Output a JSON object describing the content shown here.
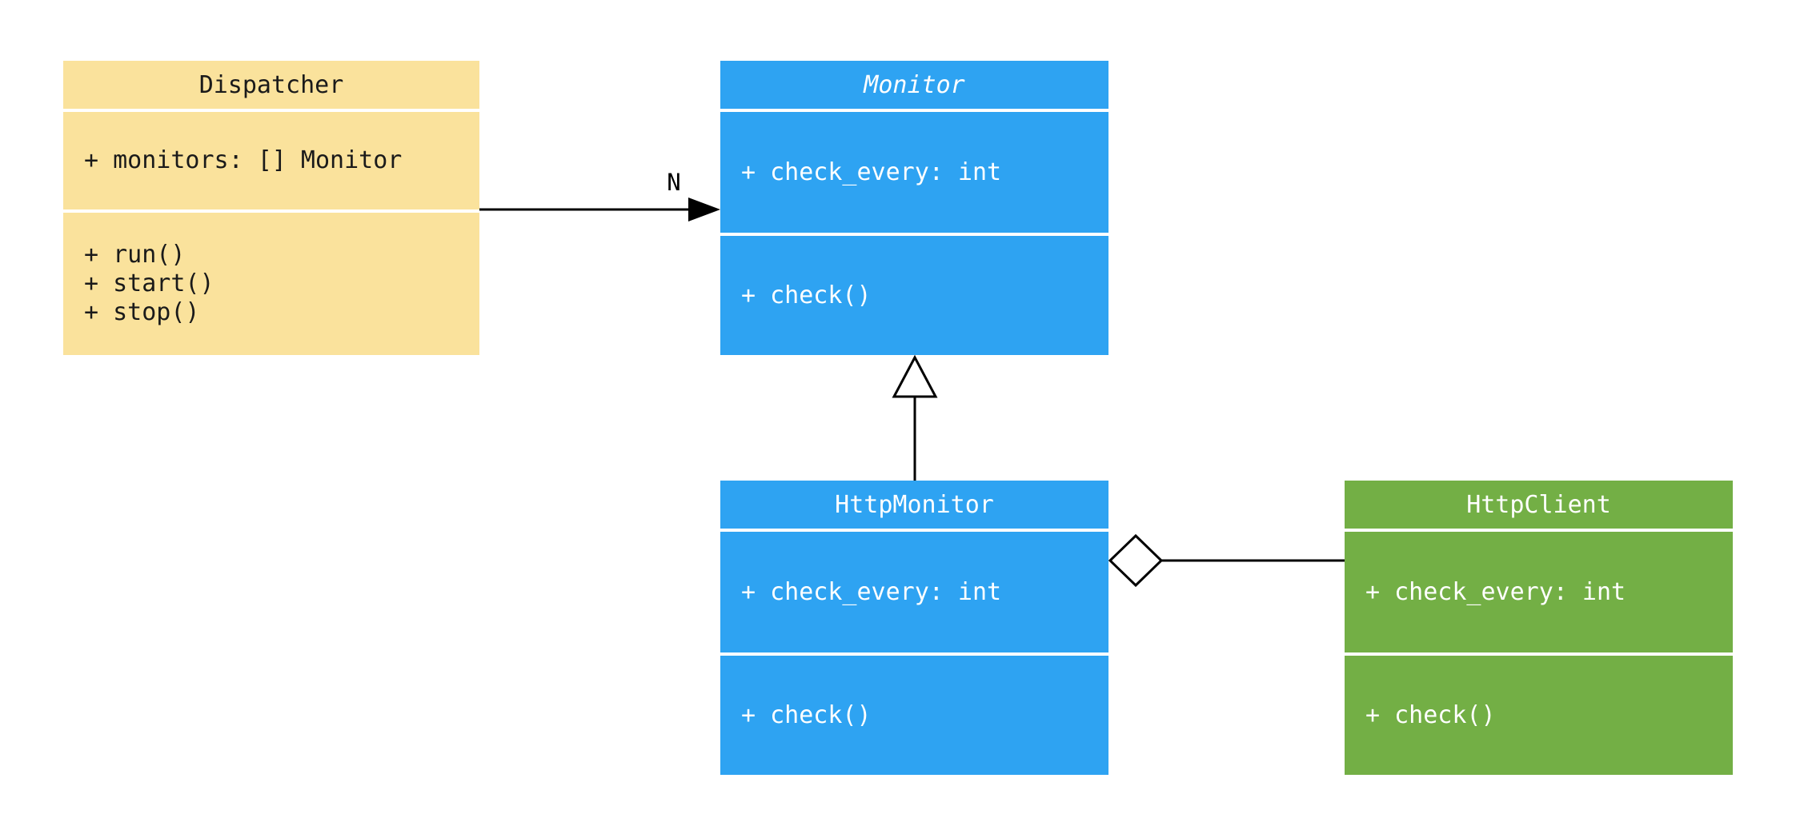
{
  "diagram": {
    "type": "uml-class-diagram",
    "classes": {
      "dispatcher": {
        "name": "Dispatcher",
        "attributes": [
          "+ monitors: [] Monitor"
        ],
        "methods": [
          "+ run()",
          "+ start()",
          "+ stop()"
        ],
        "fill": "#FAE29C",
        "text_color": "#1a1a1a"
      },
      "monitor": {
        "name": "Monitor",
        "abstract": true,
        "attributes": [
          "+ check_every: int"
        ],
        "methods": [
          "+ check()"
        ],
        "fill": "#2EA3F2",
        "text_color": "#FFFFFF"
      },
      "http_monitor": {
        "name": "HttpMonitor",
        "attributes": [
          "+ check_every: int"
        ],
        "methods": [
          "+ check()"
        ],
        "fill": "#2EA3F2",
        "text_color": "#FFFFFF"
      },
      "http_client": {
        "name": "HttpClient",
        "attributes": [
          "+ check_every: int"
        ],
        "methods": [
          "+ check()"
        ],
        "fill": "#73AF45",
        "text_color": "#FFFFFF"
      }
    },
    "relationships": [
      {
        "type": "association",
        "from": "Dispatcher",
        "to": "Monitor",
        "multiplicity": "N"
      },
      {
        "type": "inheritance",
        "from": "HttpMonitor",
        "to": "Monitor"
      },
      {
        "type": "aggregation",
        "from": "HttpMonitor",
        "to": "HttpClient"
      }
    ],
    "line_color": "#000000"
  }
}
